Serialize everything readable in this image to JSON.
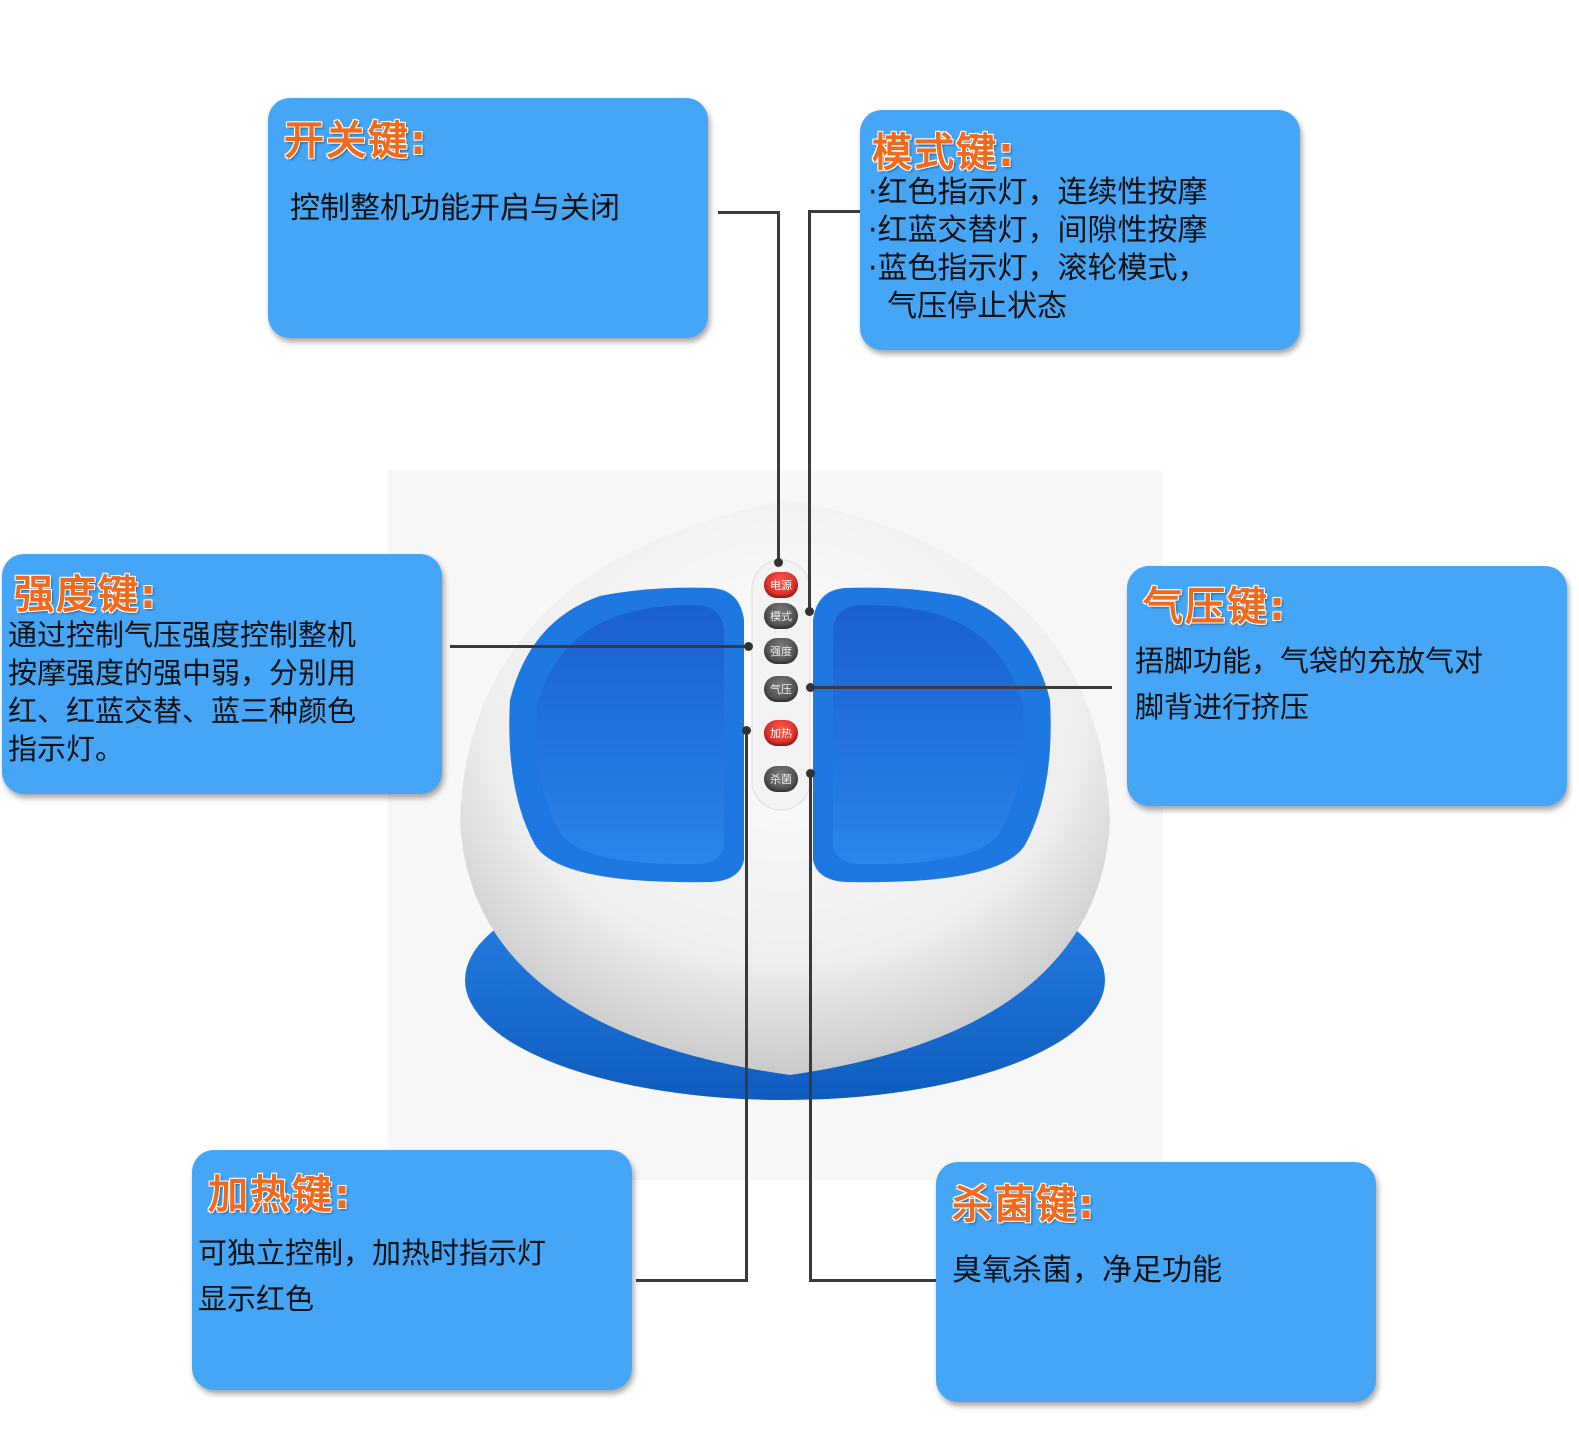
{
  "device": {
    "buttons": [
      "电源",
      "模式",
      "强度",
      "气压",
      "加热",
      "杀菌"
    ]
  },
  "callouts": {
    "power": {
      "title": "开关键:",
      "lines": [
        "控制整机功能开启与关闭"
      ]
    },
    "mode": {
      "title": "模式键:",
      "lines": [
        "·红色指示灯，连续性按摩",
        "·红蓝交替灯，间隙性按摩",
        "·蓝色指示灯，滚轮模式，",
        "  气压停止状态"
      ]
    },
    "intensity": {
      "title": "强度键:",
      "lines": [
        "通过控制气压强度控制整机",
        "按摩强度的强中弱，分别用",
        "红、红蓝交替、蓝三种颜色",
        "指示灯。"
      ]
    },
    "pressure": {
      "title": "气压键:",
      "lines": [
        "捂脚功能，气袋的充放气对",
        "脚背进行挤压"
      ]
    },
    "heat": {
      "title": "加热键:",
      "lines": [
        "可独立控制，加热时指示灯",
        "显示红色"
      ]
    },
    "sterilize": {
      "title": "杀菌键:",
      "lines": [
        "臭氧杀菌，净足功能"
      ]
    }
  },
  "colors": {
    "callout_bg": "#45a5f7",
    "title": "#f06a1e",
    "device_blue": "#1a73d8"
  }
}
